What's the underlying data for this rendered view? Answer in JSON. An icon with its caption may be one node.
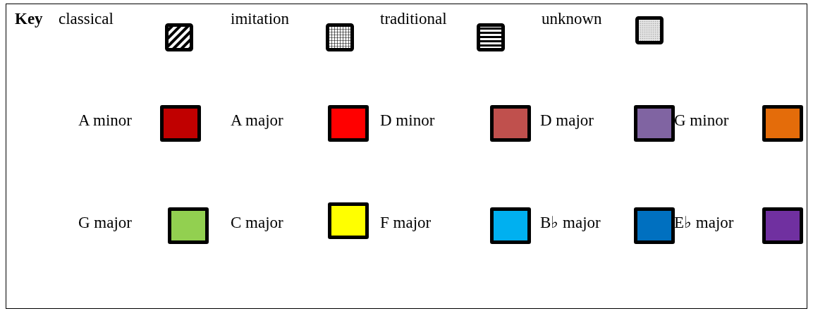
{
  "diagram": {
    "labels": [
      "Key"
    ],
    "legend": [
      {
        "text": "classical"
      },
      {
        "text": "imitation"
      },
      {
        "text": "traditional"
      },
      {
        "text": "unknown"
      },
      {
        "text": "A minor",
        "color": "#c00000"
      },
      {
        "text": "A major",
        "color": "#ff0000"
      },
      {
        "text": "D minor",
        "color": "#c0504d"
      },
      {
        "text": "D major",
        "color": "#8064a2"
      },
      {
        "text": "G minor",
        "color": "#e46c0a"
      },
      {
        "text": "G major",
        "color": "#92d050"
      },
      {
        "text": "C major",
        "color": "#ffff00"
      },
      {
        "text": "F major",
        "color": "#00b0f0"
      },
      {
        "text": "B♭ major",
        "color": "#0070c0"
      },
      {
        "text": "E♭ major",
        "color": "#7030a0"
      }
    ]
  }
}
